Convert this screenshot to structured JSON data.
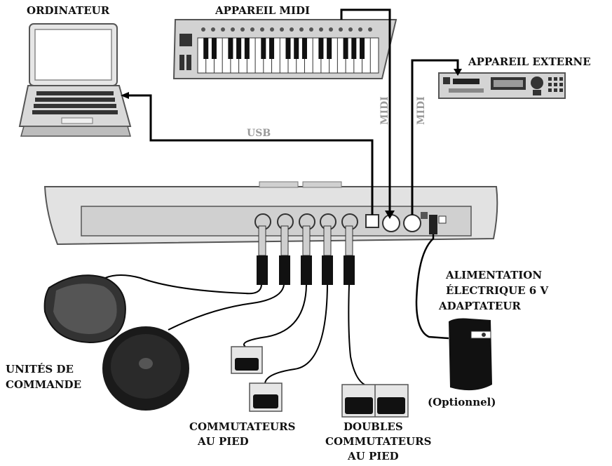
{
  "labels": {
    "ordinateur": "ORDINATEUR",
    "appareil_midi": "APPAREIL MIDI",
    "appareil_externe": "APPAREIL EXTERNE",
    "usb": "USB",
    "midi_1": "MIDI",
    "midi_2": "MIDI",
    "alimentation_1": "ALIMENTATION",
    "alimentation_2": "ÉLECTRIQUE 6 V",
    "alimentation_3": "ADAPTATEUR",
    "optionnel": "(Optionnel)",
    "unites_1": "UNITÉS DE",
    "unites_2": "COMMANDE",
    "commutateurs_1": "COMMUTATEURS",
    "commutateurs_2": "AU PIED",
    "doubles_1": "DOUBLES",
    "doubles_2": "COMMUTATEURS",
    "doubles_3": "AU PIED"
  },
  "colors": {
    "cable": "#000000",
    "device_body": "#d6d6d6",
    "device_dark": "#3a3a3a",
    "label_gray": "#9a9a9a"
  },
  "icons": {
    "computer": "laptop-icon",
    "midi_device": "keyboard-controller-icon",
    "external_device": "rack-module-icon",
    "power": "power-adapter-icon"
  }
}
